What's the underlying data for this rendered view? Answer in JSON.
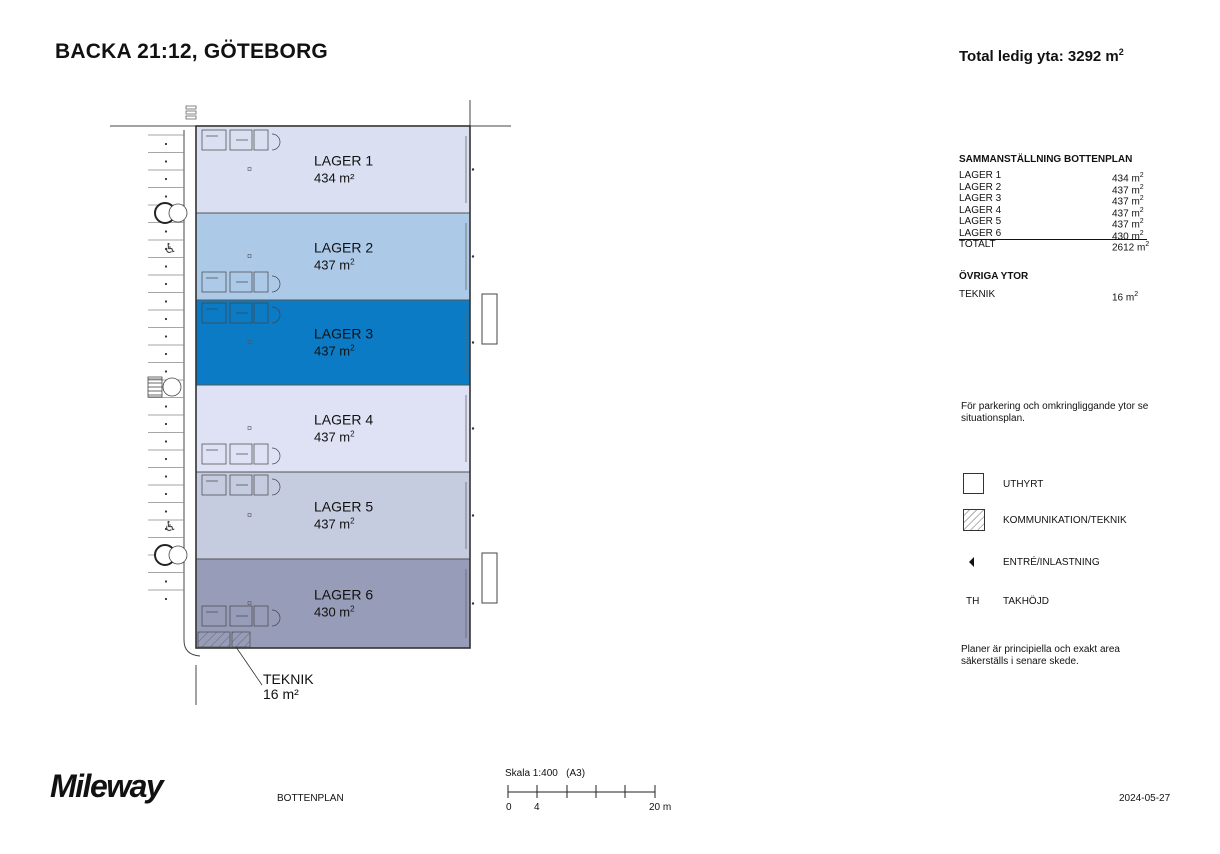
{
  "title": "BACKA 21:12, GÖTEBORG",
  "total": {
    "label": "Total ledig yta: 3292 m",
    "sup": "2"
  },
  "units": [
    {
      "name": "LAGER 1",
      "area": "434 m²",
      "color": "#dae0f2"
    },
    {
      "name": "LAGER 2",
      "area": "437 m",
      "sup": "2",
      "color": "#adc9e8"
    },
    {
      "name": "LAGER 3",
      "area": "437 m",
      "sup": "2",
      "color": "#0a7bc4"
    },
    {
      "name": "LAGER 4",
      "area": "437 m",
      "sup": "2",
      "color": "#dee2f4"
    },
    {
      "name": "LAGER 5",
      "area": "437 m",
      "sup": "2",
      "color": "#c5cce0"
    },
    {
      "name": "LAGER 6",
      "area": "430 m",
      "sup": "2",
      "color": "#979db8"
    }
  ],
  "teknik_label": {
    "name": "TEKNIK",
    "area": "16 m²"
  },
  "summary": {
    "heading": "SAMMANSTÄLLNING BOTTENPLAN",
    "rows": [
      {
        "label": "LAGER 1",
        "value": "434 m",
        "sup": "2"
      },
      {
        "label": "LAGER 2",
        "value": "437 m",
        "sup": "2"
      },
      {
        "label": "LAGER 3",
        "value": "437 m",
        "sup": "2"
      },
      {
        "label": "LAGER 4",
        "value": "437 m",
        "sup": "2"
      },
      {
        "label": "LAGER 5",
        "value": "437 m",
        "sup": "2"
      },
      {
        "label": "LAGER 6",
        "value": "430 m",
        "sup": "2"
      }
    ],
    "total": {
      "label": "TOTALT",
      "value": "2612 m",
      "sup": "2"
    }
  },
  "other": {
    "heading": "ÖVRIGA YTOR",
    "rows": [
      {
        "label": "TEKNIK",
        "value": "16 m",
        "sup": "2"
      }
    ]
  },
  "parking_note": "För parkering och omkringliggande ytor se situationsplan.",
  "legend": [
    {
      "label": "UTHYRT",
      "icon": "empty-box-icon"
    },
    {
      "label": "KOMMUNIKATION/TEKNIK",
      "icon": "hatched-box-icon"
    },
    {
      "label": "ENTRÉ/INLASTNING",
      "icon": "entrance-arrow-icon"
    },
    {
      "label": "TAKHÖJD",
      "key": "TH"
    }
  ],
  "disclaimer": "Planer är principiella och exakt area säkerställs i senare skede.",
  "logo": "Mileway",
  "sheet": "BOTTENPLAN",
  "scale": {
    "label": "Skala 1:400",
    "format": "(A3)",
    "ticks": [
      "0",
      "4",
      "20 m"
    ]
  },
  "date": "2024-05-27"
}
